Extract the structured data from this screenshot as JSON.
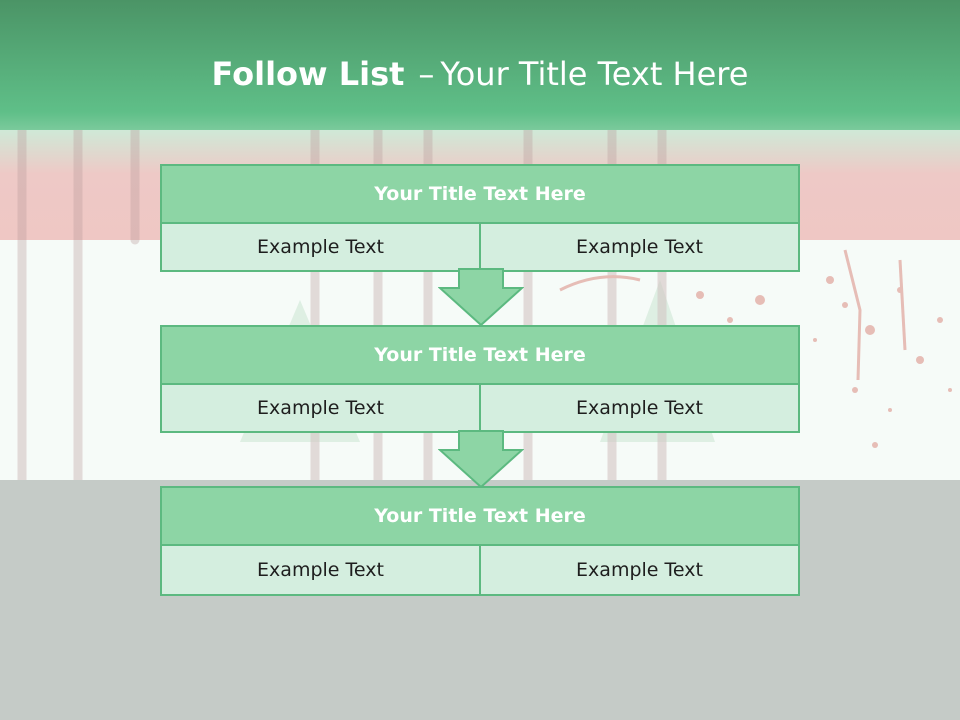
{
  "title": {
    "bold": "Follow List",
    "dash": "–",
    "rest": "Your Title Text Here"
  },
  "blocks": [
    {
      "title": "Your Title Text Here",
      "left": "Example Text",
      "right": "Example Text"
    },
    {
      "title": "Your Title Text Here",
      "left": "Example Text",
      "right": "Example Text"
    },
    {
      "title": "Your Title Text Here",
      "left": "Example Text",
      "right": "Example Text"
    }
  ],
  "colors": {
    "header_green": "#5fbf88",
    "box_fill": "#8dd5a5",
    "cell_fill": "#d4eedf",
    "border": "#5cb980",
    "grey_band": "#c5cbc7"
  }
}
